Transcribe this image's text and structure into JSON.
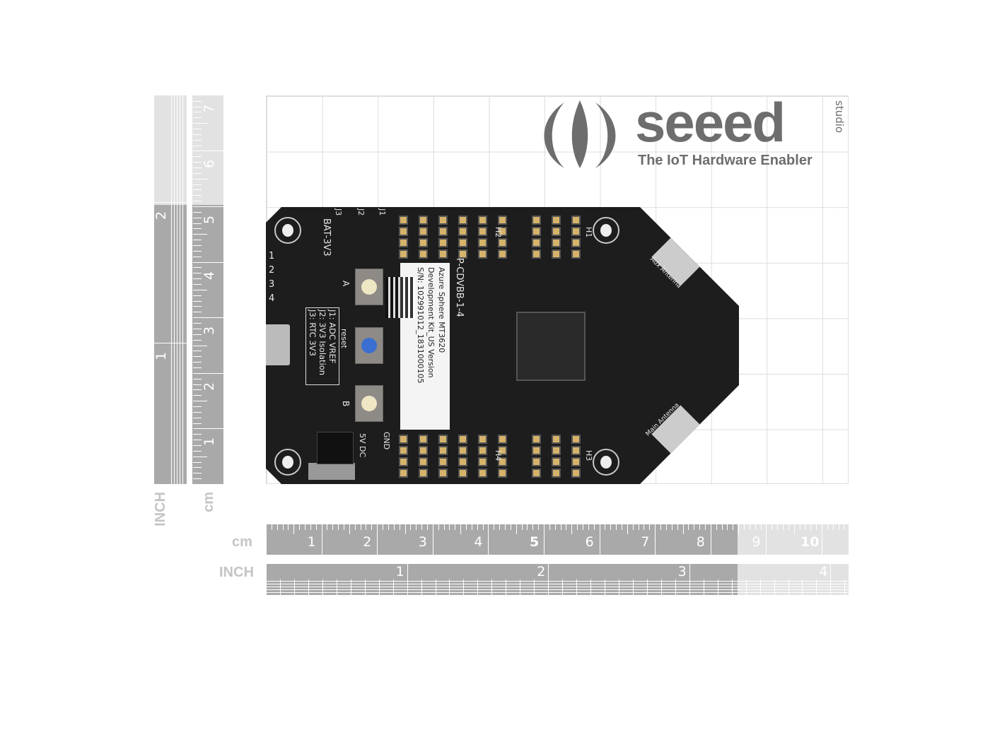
{
  "logo": {
    "brand": "seeed",
    "sub": "studio",
    "tagline": "The IoT Hardware Enabler"
  },
  "rulers": {
    "vertical_inch_label": "INCH",
    "vertical_cm_label": "cm",
    "vertical_inch_ticks": [
      "1",
      "2"
    ],
    "vertical_cm_ticks": [
      "1",
      "2",
      "3",
      "4",
      "5",
      "6",
      "7"
    ],
    "horizontal_cm_label": "cm",
    "horizontal_inch_label": "INCH",
    "horizontal_cm_ticks": [
      "1",
      "2",
      "3",
      "4",
      "5",
      "6",
      "7",
      "8",
      "9",
      "10"
    ],
    "horizontal_inch_ticks": [
      "1",
      "2",
      "3",
      "4"
    ]
  },
  "board": {
    "label_lines": [
      "Azure Sphere MT3620",
      "Development Kit_US Version",
      "S/N: 102991012_1831000105"
    ],
    "model": "P-CDVBB-1-4",
    "jumpers": [
      "J3",
      "J2",
      "J1"
    ],
    "bat": "BAT-3V3",
    "led_numbers": [
      "1",
      "2",
      "3",
      "4"
    ],
    "jumper_legend": [
      "J1: ADC VREF",
      "J2: 3V3 Isolation",
      "J3: RTC 3V3"
    ],
    "buttons": [
      "A",
      "reset",
      "B"
    ],
    "headers": [
      "H1",
      "H2",
      "H3",
      "H4"
    ],
    "power": "5V DC",
    "gnd": "GND",
    "aux_antenna": "Aux Antenna",
    "main_antenna": "Main Antenna"
  }
}
